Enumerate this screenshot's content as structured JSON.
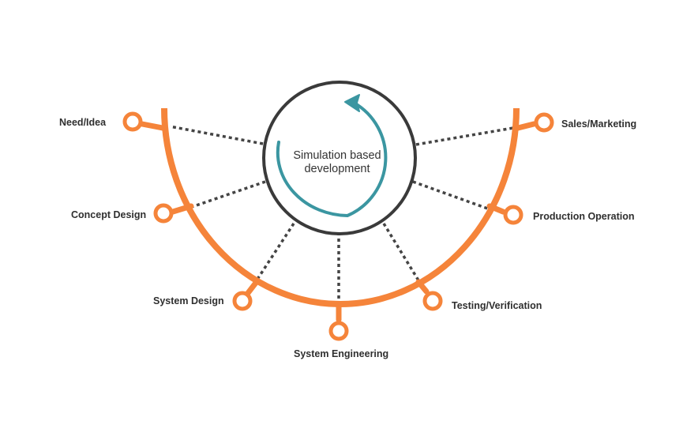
{
  "diagram": {
    "center": {
      "line1": "Simulation based",
      "line2": "development"
    },
    "stages": [
      {
        "id": "need-idea",
        "label": "Need/Idea"
      },
      {
        "id": "concept-design",
        "label": "Concept Design"
      },
      {
        "id": "system-design",
        "label": "System Design"
      },
      {
        "id": "system-engineering",
        "label": "System Engineering"
      },
      {
        "id": "testing-verification",
        "label": "Testing/Verification"
      },
      {
        "id": "production-operation",
        "label": "Production Operation"
      },
      {
        "id": "sales-marketing",
        "label": "Sales/Marketing"
      }
    ]
  },
  "colors": {
    "arc": "#f5843a",
    "ring": "#3a3a3a",
    "cycle_arrow": "#3b96a1",
    "connector": "#444444",
    "label": "#2f2f2f"
  }
}
